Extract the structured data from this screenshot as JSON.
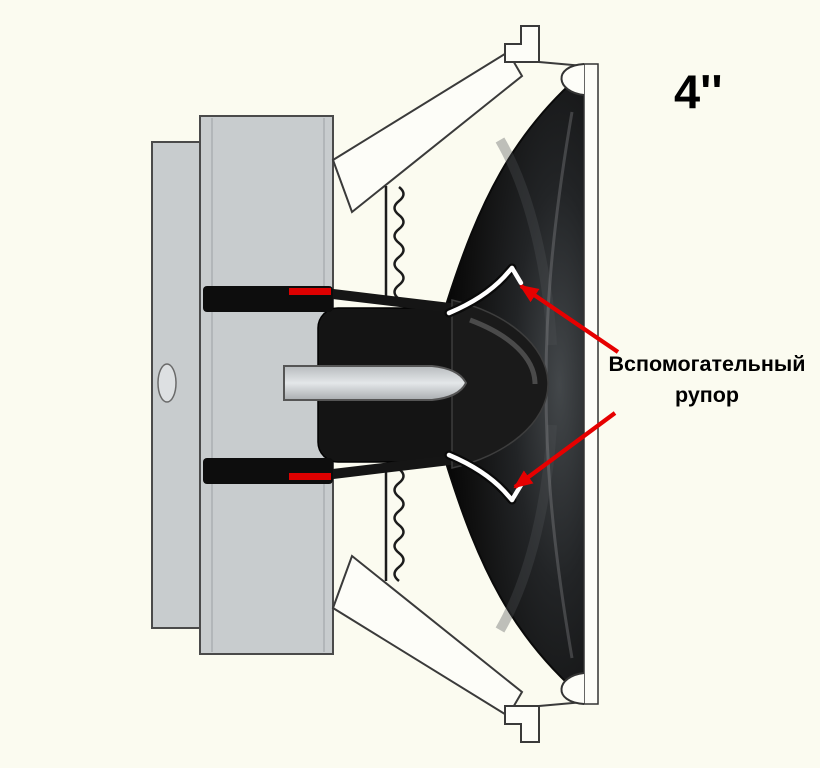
{
  "title": {
    "size_label": "4''"
  },
  "annotation": {
    "line1": "Вспомогательный",
    "line2": "рупор"
  },
  "colors": {
    "background": "#fbfbf0",
    "arrow": "#e60000",
    "coil": "#dd0000",
    "metal": "#c8ccce",
    "horn_highlight": "#ffffff"
  }
}
